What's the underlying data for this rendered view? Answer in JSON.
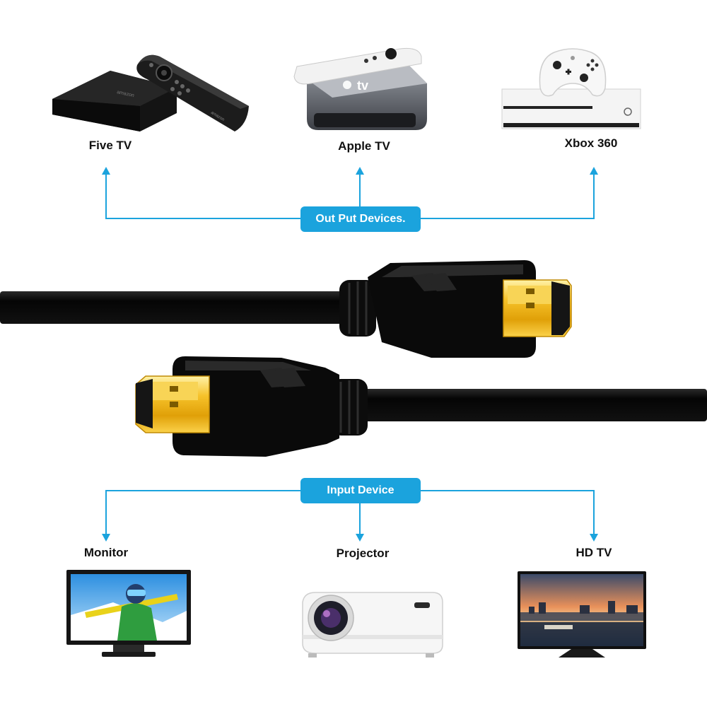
{
  "output_devices": {
    "label": "Out Put Devices.",
    "devices": [
      {
        "name": "Five TV",
        "box_text": "amazon",
        "remote_text": "amazon"
      },
      {
        "name": "Apple TV",
        "box_text": "tv"
      },
      {
        "name": "Xbox 360"
      }
    ]
  },
  "input_devices": {
    "label": "Input Device",
    "devices": [
      {
        "name": "Monitor"
      },
      {
        "name": "Projector"
      },
      {
        "name": "HD TV"
      }
    ]
  },
  "colors": {
    "connector_line": "#1ba3dd",
    "pill_background": "#1ba3dd",
    "cable": "#0a0a0a",
    "gold_contacts": "#f2b515"
  }
}
